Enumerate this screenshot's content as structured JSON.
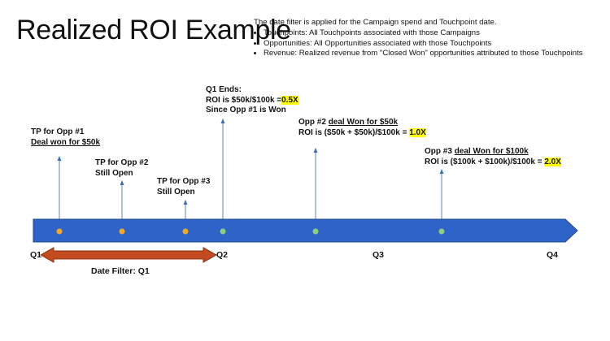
{
  "title": "Realized ROI Example",
  "notes": {
    "intro": "The date filter is applied for the Campaign spend and Touchpoint date.",
    "bullets": [
      "Touchpoints: All Touchpoints associated with those Campaigns",
      "Opportunities: All Opportunities associated with those Touchpoints",
      "Revenue: Realized revenue from \"Closed Won\" opportunities attributed to those Touchpoints"
    ]
  },
  "events": {
    "tp1": {
      "line1": "TP for Opp #1",
      "line2": "Deal won for $50k"
    },
    "tp2": {
      "line1": "TP for Opp #2",
      "line2": "Still Open"
    },
    "tp3": {
      "line1": "TP for Opp #3",
      "line2": "Still Open"
    },
    "q1end": {
      "line1": "Q1 Ends:",
      "line2_prefix": "ROI is $50k/$100k =",
      "line2_value": "0.5X",
      "line3": "Since Opp #1 is Won"
    },
    "opp2": {
      "line1_prefix": "Opp #2 ",
      "line1_underlined": "deal Won for $50k",
      "line2_prefix": "ROI is ($50k + $50k)/$100k = ",
      "line2_value": "1.0X"
    },
    "opp3": {
      "line1_prefix": "Opp #3 ",
      "line1_underlined": "deal Won for $100k",
      "line2_prefix": "ROI is ($100k + $100k)/$100k = ",
      "line2_value": "2.0X"
    }
  },
  "quarters": [
    "Q1",
    "Q2",
    "Q3",
    "Q4"
  ],
  "date_filter": "Date Filter: Q1",
  "colors": {
    "timeline": "#2e64c8",
    "timeline_border": "#1f4690",
    "touchpoint_dot": "#f7a823",
    "won_dot": "#8fce7a",
    "arrow_line": "#5b86bf",
    "filter_arrow": "#c44a1f",
    "highlight": "#ffff00"
  }
}
